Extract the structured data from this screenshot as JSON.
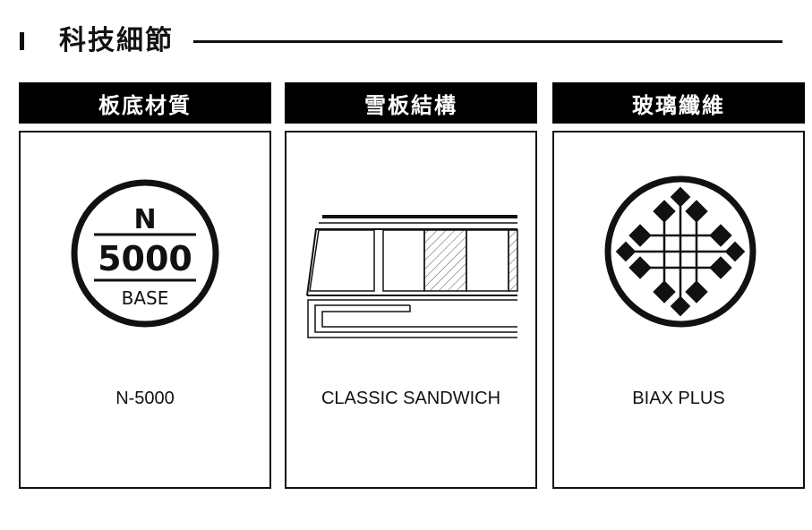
{
  "section": {
    "title": "科技細節"
  },
  "cards": [
    {
      "header": "板底材質",
      "label": "N-5000",
      "icon": "n5000-base-badge-icon",
      "badge": {
        "letter": "N",
        "number": "5000",
        "caption": "BASE"
      }
    },
    {
      "header": "雪板結構",
      "label": "CLASSIC SANDWICH",
      "icon": "sandwich-cross-section-icon"
    },
    {
      "header": "玻璃纖維",
      "label": "BIAX PLUS",
      "icon": "biax-fiber-weave-icon"
    }
  ]
}
